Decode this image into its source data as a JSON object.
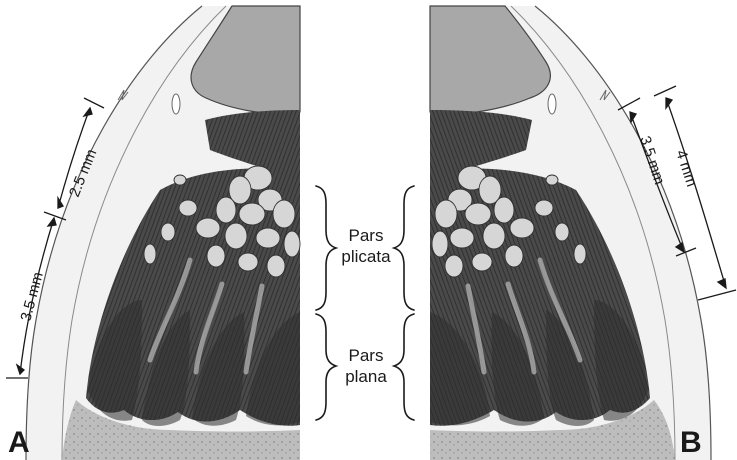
{
  "panels": {
    "left": {
      "letter": "A"
    },
    "right": {
      "letter": "B"
    }
  },
  "measurements": {
    "left": {
      "upper": "2.5 mm",
      "lower": "3.5 mm"
    },
    "right": {
      "inner": "3.5 mm",
      "outer": "4 mm"
    }
  },
  "regions": {
    "pars_plicata": {
      "line1": "Pars",
      "line2": "plicata"
    },
    "pars_plana": {
      "line1": "Pars",
      "line2": "plana"
    }
  },
  "colors": {
    "sclera": "#f4f4f4",
    "outline": "#555555",
    "lens": "#a9a9a9",
    "ciliary_dark": "#3a3a3a",
    "ciliary_mid": "#6d6d6d",
    "processes": "#d4d4d4",
    "retina": "#bdbdbd"
  }
}
